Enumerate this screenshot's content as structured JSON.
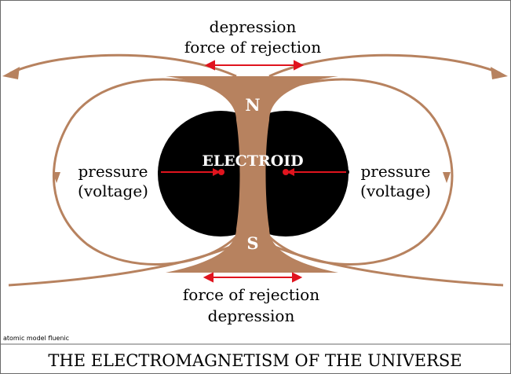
{
  "labels": {
    "top_line1": "depression",
    "top_line2": "force of rejection",
    "bottom_line1": "force of rejection",
    "bottom_line2": "depression",
    "left_line1": "pressure",
    "left_line2": "(voltage)",
    "right_line1": "pressure",
    "right_line2": "(voltage)",
    "north": "N",
    "south": "S",
    "center": "ELECTROID",
    "credit": "atomic model fluenic"
  },
  "title": "THE ELECTROMAGNETISM OF THE UNIVERSE",
  "colors": {
    "field_brown": "#b7825f",
    "core_black": "#000000",
    "arrow_red": "#e0141e",
    "dot_black": "#000000"
  }
}
